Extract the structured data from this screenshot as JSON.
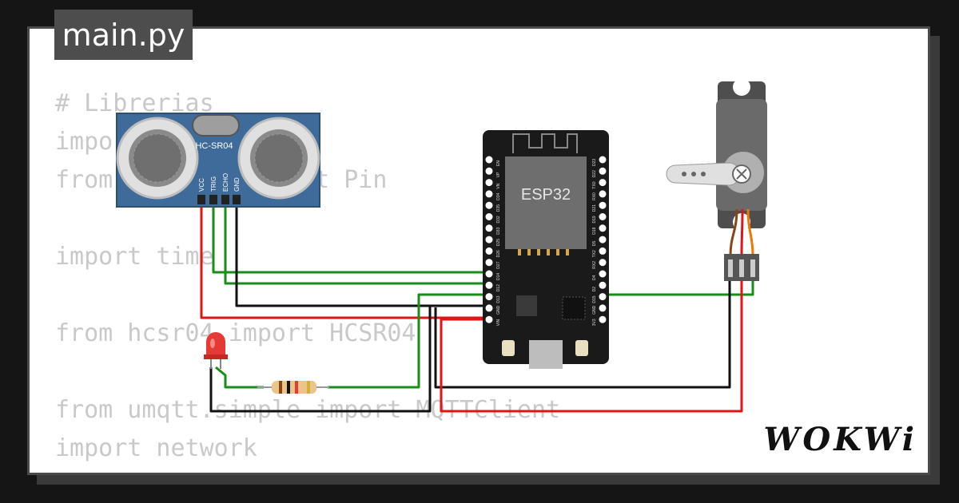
{
  "editor": {
    "tab_title": "main.py",
    "code_lines": [
      "# Librerias",
      "import machine",
      "from machine import Pin",
      "",
      "import time",
      "",
      "from hcsr04 import HCSR04",
      "",
      "from umqtt.simple import MQTTClient",
      "import network",
      "#"
    ]
  },
  "components": {
    "ultrasonic": {
      "label": "HC-SR04",
      "pins": [
        "VCC",
        "TRIG",
        "ECHO",
        "GND"
      ]
    },
    "esp32": {
      "label": "ESP32",
      "left_pins": [
        "EN",
        "VP",
        "VN",
        "D34",
        "D35",
        "D32",
        "D33",
        "D25",
        "D26",
        "D27",
        "D14",
        "D12",
        "D13",
        "GND",
        "VIN"
      ],
      "right_pins": [
        "D23",
        "D22",
        "TX0",
        "RX0",
        "D21",
        "D19",
        "D18",
        "D5",
        "TX2",
        "RX2",
        "D4",
        "D2",
        "D15",
        "GND",
        "3V3"
      ]
    },
    "servo": {
      "name": "servo"
    },
    "led": {
      "color": "#e53935"
    },
    "resistor": {
      "bands": [
        "#8b4513",
        "#111111",
        "#e53935",
        "#d4af37"
      ]
    }
  },
  "colors": {
    "wire_green": "#1a8c1a",
    "wire_black": "#111111",
    "wire_red": "#e01515",
    "servo_orange": "#f07800",
    "sensor_blue": "#3f6b9a"
  },
  "branding": {
    "logo": "WOKWi"
  }
}
